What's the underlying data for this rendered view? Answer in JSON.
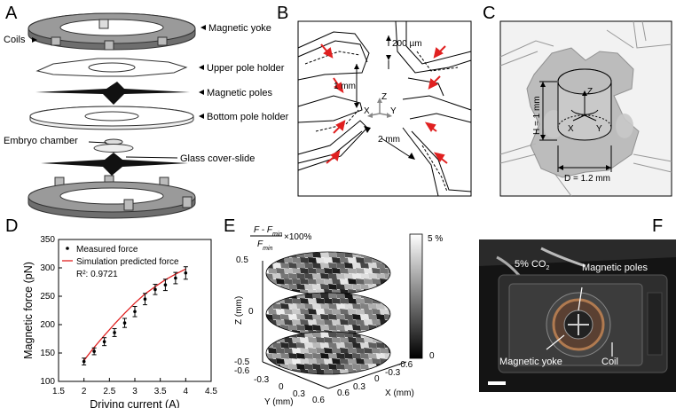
{
  "panels": [
    "A",
    "B",
    "C",
    "D",
    "E",
    "F"
  ],
  "panel_a": {
    "labels": {
      "yoke": "Magnetic yoke",
      "coils": "Coils",
      "upper": "Upper pole holder",
      "poles": "Magnetic poles",
      "bottom": "Bottom pole holder",
      "chamber": "Embryo chamber",
      "cover": "Glass cover-slide"
    }
  },
  "panel_b": {
    "scale_200": "200 µm",
    "dim_1mm": "1 mm",
    "dim_2mm": "2 mm",
    "axis_x": "X",
    "axis_y": "Y",
    "axis_z": "Z"
  },
  "panel_c": {
    "height": "H = 1 mm",
    "diameter": "D = 1.2 mm",
    "axis_x": "X",
    "axis_y": "Y",
    "axis_z": "Z"
  },
  "chart_data": [
    {
      "panel": "D",
      "type": "scatter",
      "xlabel": "Driving current (A)",
      "ylabel": "Magnetic force (pN)",
      "xlim": [
        1.5,
        4.5
      ],
      "ylim": [
        100,
        350
      ],
      "xticks": [
        "1.5",
        "2",
        "2.5",
        "3",
        "3.5",
        "4",
        "4.5"
      ],
      "yticks": [
        "100",
        "150",
        "200",
        "250",
        "300",
        "350"
      ],
      "legend": [
        "Measured force",
        "Simulation predicted force",
        "R²: 0.9721"
      ],
      "legend_position": "top-left",
      "series": [
        {
          "name": "Measured force",
          "x": [
            2.0,
            2.2,
            2.4,
            2.6,
            2.8,
            3.0,
            3.2,
            3.4,
            3.6,
            3.8,
            4.0
          ],
          "y": [
            135,
            153,
            170,
            186,
            203,
            223,
            245,
            262,
            270,
            282,
            291
          ],
          "err": [
            6,
            6,
            7,
            7,
            8,
            9,
            10,
            9,
            10,
            10,
            11
          ],
          "color": "#000000"
        },
        {
          "name": "Simulation predicted force",
          "x": [
            2.0,
            2.2,
            2.4,
            2.6,
            2.8,
            3.0,
            3.2,
            3.4,
            3.6,
            3.8,
            4.0
          ],
          "y": [
            137,
            160,
            181,
            201,
            220,
            238,
            254,
            267,
            279,
            289,
            298
          ],
          "color": "#e02020"
        }
      ]
    },
    {
      "panel": "E",
      "type": "heatmap",
      "title_num": "F - F",
      "title_sub": "min",
      "title_den": "F",
      "title_suffix": "×100%",
      "zlabel": "Z (mm)",
      "xlabel": "X (mm)",
      "ylabel": "Y (mm)",
      "zticks": [
        "0.5",
        "0",
        "-0.5"
      ],
      "xticks": [
        "-0.6",
        "-0.3",
        "0",
        "0.3",
        "0.6"
      ],
      "yticks": [
        "-0.6",
        "-0.3",
        "0",
        "0.3",
        "0.6"
      ],
      "colorbar_max": "5 %",
      "colorbar_min": "0",
      "colormap": [
        "#000000",
        "#ffffff"
      ]
    }
  ],
  "panel_f": {
    "co2": "5% CO",
    "co2_sub": "2",
    "poles": "Magnetic poles",
    "yoke": "Magnetic yoke",
    "coil": "Coil"
  }
}
